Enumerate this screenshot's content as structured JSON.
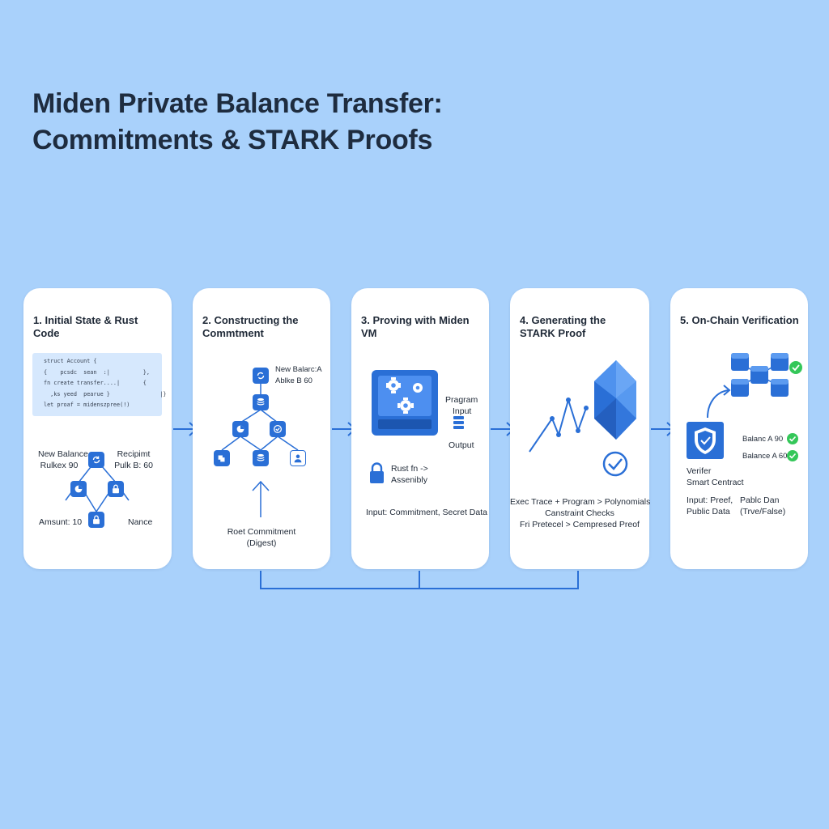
{
  "title": {
    "line1": "Miden Private Balance Transfer:",
    "line2": "Commitments & STARK Proofs"
  },
  "steps": [
    {
      "title": "1. Initial State & Rust Code",
      "code": [
        "struct Account {",
        "{    pcsdc  sean  :|          },",
        "fn create transfer....|       {",
        "  ,ks yeed  pearue }               |}",
        "let proaf = midenszpree(!)"
      ],
      "new_balance_label": "New Balance",
      "new_balance_value": "Rulkex 90",
      "recipient_label": "Recipimt",
      "recipient_value": "Pulk B: 60",
      "amount": "Amsunt: 10",
      "nonce": "Nance"
    },
    {
      "title": "2. Constructing the Commtment",
      "leaf_label_1": "New Balarc:A",
      "leaf_label_2": "Ablke B 60",
      "root_label_1": "Roet Commitment",
      "root_label_2": "(Digest)"
    },
    {
      "title": "3. Proving with Miden VM",
      "program_label": "Pragram",
      "input_label": "Input",
      "output_label": "Output",
      "rust_label_1": "Rust fn ->",
      "rust_label_2": "Assenibly",
      "input_line": "Input: Commitment, Secret Data"
    },
    {
      "title": "4. Generating the STARK Proof",
      "line1": "Exec Trace + Program > Polynomials",
      "line2": "Canstraint Checks",
      "line3": "Fri Pretecel > Cempresed Preof"
    },
    {
      "title": "5. On-Chain Verification",
      "balance_a": "Balanc A 90",
      "balance_b": "Balance A 60",
      "verifier_1": "Verifer",
      "verifier_2": "Smart Centract",
      "input_1": "Input: Preef,",
      "input_2": "Public Data",
      "output_1": "Pablc Dan",
      "output_2": "(Trve/False)"
    }
  ],
  "colors": {
    "background": "#a9d1fb",
    "accent": "#2a6fd6",
    "check": "#34c759",
    "card": "#ffffff"
  }
}
